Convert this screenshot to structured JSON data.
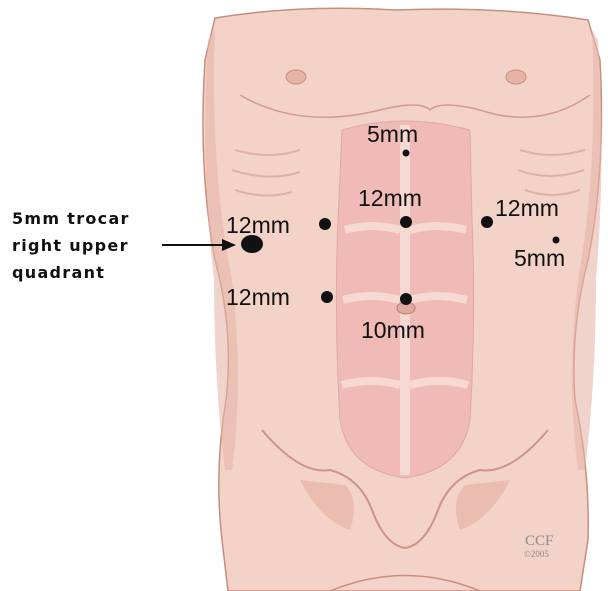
{
  "colors": {
    "skin": "#f3d2c8",
    "skin_shadow": "#e6b5a8",
    "muscle": "#efb3b0",
    "outline": "#c98d80",
    "marker": "#111111"
  },
  "callout": {
    "lines": [
      "5mm trocar",
      "right upper",
      "quadrant"
    ]
  },
  "ports": [
    {
      "id": "xiphoid",
      "label": "5mm"
    },
    {
      "id": "center-upper",
      "label": "12mm"
    },
    {
      "id": "right-side",
      "label": "12mm"
    },
    {
      "id": "left-side",
      "label": "12mm"
    },
    {
      "id": "left-lateral",
      "label": "5mm"
    },
    {
      "id": "right-lower",
      "label": "12mm"
    },
    {
      "id": "umbilicus",
      "label": "10mm"
    }
  ],
  "watermark": {
    "logo": "CCF",
    "year": "©2005"
  }
}
